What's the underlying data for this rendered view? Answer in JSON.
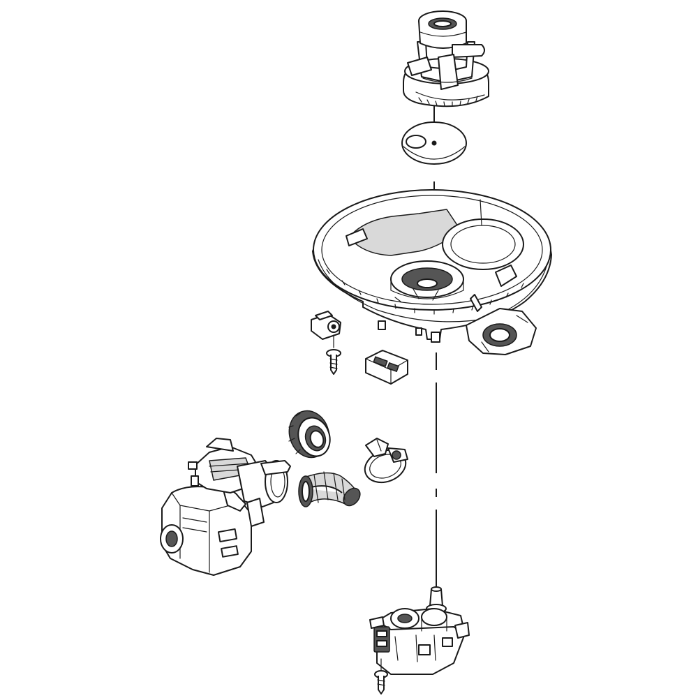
{
  "colors": {
    "line": "#1a1a1a",
    "fill_light": "#d9d9d9",
    "fill_dark": "#555555",
    "background": "#ffffff"
  },
  "parts": [
    "filter-housing",
    "filter-seal-disc",
    "sump-basin",
    "mounting-bracket",
    "bracket-screw",
    "rubber-grommet",
    "pump-seal-ring",
    "hose-clamp",
    "elbow-hose",
    "circulation-pump-motor",
    "diverter-valve-motor",
    "diverter-screw"
  ]
}
